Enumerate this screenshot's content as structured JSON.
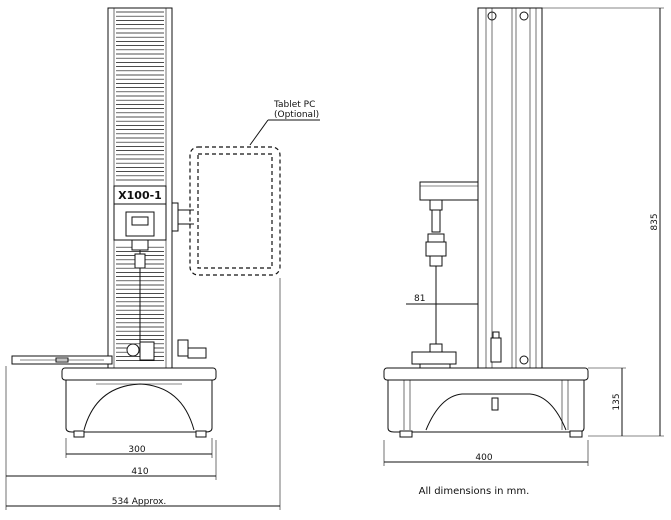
{
  "labels": {
    "tablet_line1": "Tablet PC",
    "tablet_line2": "(Optional)",
    "loadcell_label": "X100-1",
    "footnote": "All dimensions in mm."
  },
  "dimensions": {
    "width_300": "300",
    "width_410": "410",
    "width_534": "534 Approx.",
    "width_400": "400",
    "height_835": "835",
    "height_135": "135",
    "offset_81": "81"
  }
}
